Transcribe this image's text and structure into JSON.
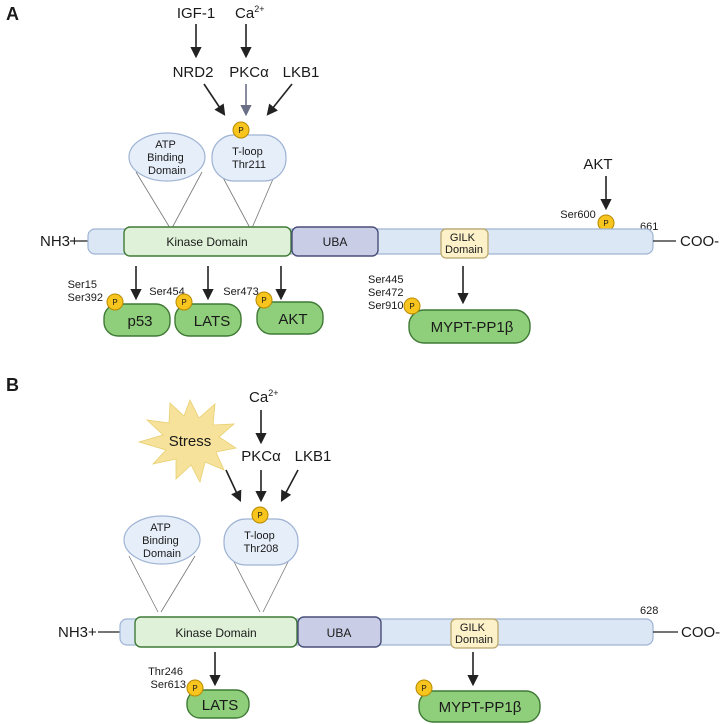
{
  "panelA": {
    "label": "A",
    "inputs": {
      "igf1": "IGF-1",
      "ca": "Ca",
      "ca_sup": "2+"
    },
    "upstream": {
      "nrd2": "NRD2",
      "pkc": "PKCα",
      "lkb1": "LKB1"
    },
    "bubbles": {
      "atp": [
        "ATP",
        "Binding",
        "Domain"
      ],
      "tloop": [
        "T-loop",
        "Thr211"
      ]
    },
    "akt_upstream": "AKT",
    "site_ser600": "Ser600",
    "length": "661",
    "nterm": "NH3+",
    "cterm": "COO-",
    "domains": {
      "kinase": "Kinase Domain",
      "uba": "UBA",
      "gilk": [
        "GILK",
        "Domain"
      ]
    },
    "phospho": "P",
    "targets": {
      "p53": {
        "name": "p53",
        "sites": [
          "Ser15",
          "Ser392"
        ]
      },
      "lats": {
        "name": "LATS",
        "sites": [
          "Ser454"
        ]
      },
      "akt": {
        "name": "AKT",
        "sites": [
          "Ser473"
        ]
      },
      "mypt": {
        "name": "MYPT-PP1β",
        "sites": [
          "Ser445",
          "Ser472",
          "Ser910"
        ]
      }
    }
  },
  "panelB": {
    "label": "B",
    "stress": "Stress",
    "inputs": {
      "ca": "Ca",
      "ca_sup": "2+"
    },
    "upstream": {
      "pkc": "PKCα",
      "lkb1": "LKB1"
    },
    "bubbles": {
      "atp": [
        "ATP",
        "Binding",
        "Domain"
      ],
      "tloop": [
        "T-loop",
        "Thr208"
      ]
    },
    "length": "628",
    "nterm": "NH3+",
    "cterm": "COO-",
    "domains": {
      "kinase": "Kinase Domain",
      "uba": "UBA",
      "gilk": [
        "GILK",
        "Domain"
      ]
    },
    "phospho": "P",
    "targets": {
      "lats": {
        "name": "LATS",
        "sites": [
          "Thr246",
          "Ser613"
        ]
      },
      "mypt": {
        "name": "MYPT-PP1β",
        "sites": []
      }
    }
  },
  "colors": {
    "protein_fill": "#dce7f5",
    "protein_stroke": "#9fb4d4",
    "kinase_fill": "#dff1d8",
    "kinase_stroke": "#3f7a35",
    "uba_fill": "#c9cde6",
    "uba_stroke": "#4a4f7a",
    "gilk_fill": "#fdf1c9",
    "gilk_stroke": "#b9a468",
    "target_fill": "#8fce7a",
    "target_stroke": "#3f7a35",
    "phospho_fill": "#f7c51e",
    "phospho_stroke": "#b88a00",
    "stress_fill": "#f6e29a",
    "arrow": "#222222"
  }
}
